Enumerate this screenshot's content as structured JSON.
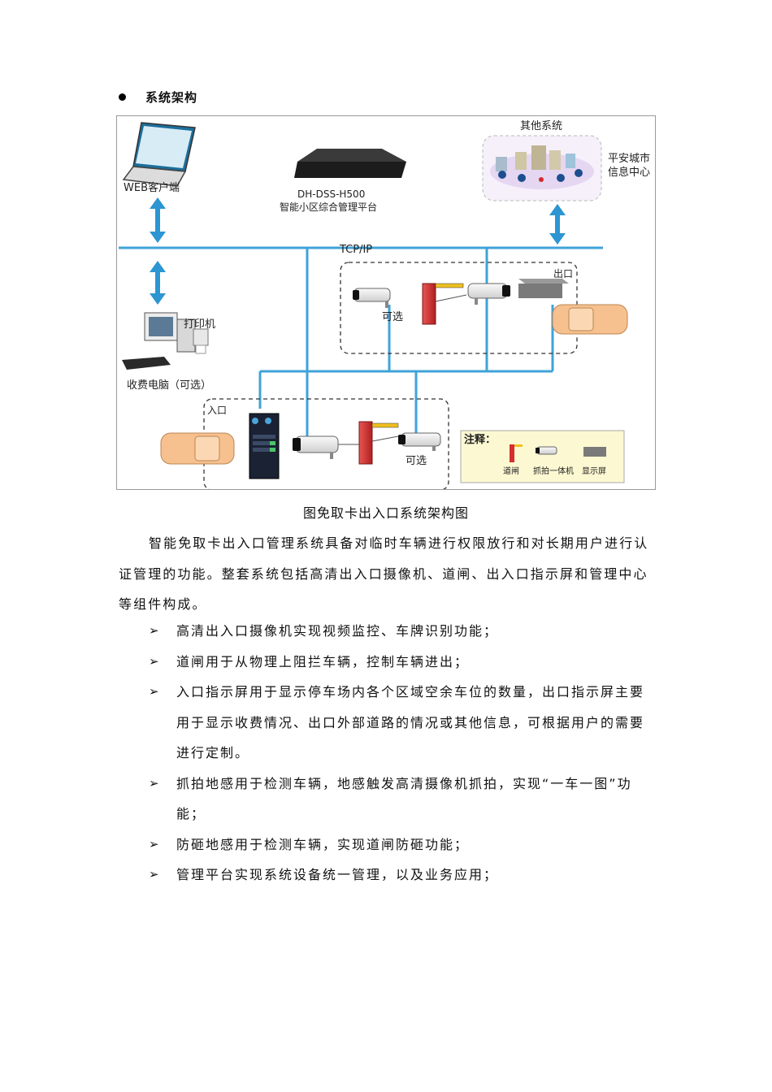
{
  "section": {
    "title": "系统架构"
  },
  "diagram": {
    "web_client": "WEB客户端",
    "platform_model": "DH-DSS-H500",
    "platform_name": "智能小区综合管理平台",
    "other_systems": "其他系统",
    "city_center_line1": "平安城市",
    "city_center_line2": "信息中心",
    "network": "TCP/IP",
    "exit_label": "出口",
    "entrance_label": "入口",
    "optional_exit": "可选",
    "optional_entrance": "可选",
    "printer": "打印机",
    "charging_pc": "收费电脑（可选）",
    "legend_title": "注释：",
    "legend_gate": "道闸",
    "legend_camera": "抓拍一体机",
    "legend_screen": "显示屏"
  },
  "caption": "图免取卡出入口系统架构图",
  "intro": "智能免取卡出入口管理系统具备对临时车辆进行权限放行和对长期用户进行认证管理的功能。整套系统包括高清出入口摄像机、道闸、出入口指示屏和管理中心等组件构成。",
  "items": [
    "高清出入口摄像机实现视频监控、车牌识别功能；",
    "道闸用于从物理上阻拦车辆，控制车辆进出；",
    "入口指示屏用于显示停车场内各个区域空余车位的数量，出口指示屏主要用于显示收费情况、出口外部道路的情况或其他信息，可根据用户的需要进行定制。",
    "抓拍地感用于检测车辆，地感触发高清摄像机抓拍，实现“一车一图”功能；",
    "防砸地感用于检测车辆，实现道闸防砸功能；",
    "管理平台实现系统设备统一管理，以及业务应用；"
  ],
  "colors": {
    "network": "#3fa3d8",
    "arrow": "#2c95d2",
    "car": "#f7c08f",
    "gate_red": "#d62d2d",
    "legend_bg": "#fcf8d2"
  }
}
